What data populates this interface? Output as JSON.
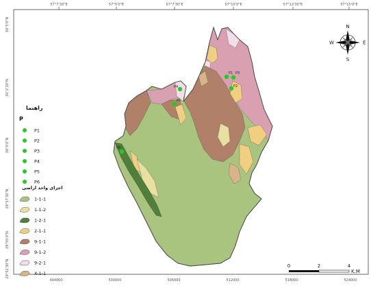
{
  "graticule": {
    "top_longitudes": [
      "57°7'30\"E",
      "57°5'0\"E",
      "57°7'30\"E",
      "57°10'0\"E",
      "57°12'30\"E",
      "57°15'0\"E"
    ],
    "left_latitudes": [
      "30°5'0\"N",
      "30°2'30\"N",
      "30°0'0\"N",
      "29°57'30\"N",
      "29°55'0\"N",
      "29°52'30\"N"
    ],
    "bottom_eastings": [
      "494000",
      "500000",
      "506000",
      "512000",
      "518000",
      "524000"
    ]
  },
  "north_arrow": {
    "n": "N",
    "s": "S",
    "e": "E",
    "w": "W"
  },
  "legend": {
    "title": "راهنما",
    "points_heading": "P",
    "points": [
      {
        "label": "P1",
        "color": "#22cc22"
      },
      {
        "label": "P2",
        "color": "#22cc22"
      },
      {
        "label": "P3",
        "color": "#22cc22"
      },
      {
        "label": "P4",
        "color": "#22cc22"
      },
      {
        "label": "P5",
        "color": "#22cc22"
      },
      {
        "label": "P6",
        "color": "#22cc22"
      }
    ],
    "units_heading": "اجزای واحد اراضی",
    "units": [
      {
        "label": "1-1-1",
        "color": "#a9c47f"
      },
      {
        "label": "1-1-2",
        "color": "#e8e0a0"
      },
      {
        "label": "1-2-1",
        "color": "#4f7f3a"
      },
      {
        "label": "2-1-1",
        "color": "#f0d080"
      },
      {
        "label": "9-1-1",
        "color": "#b08068"
      },
      {
        "label": "9-1-2",
        "color": "#d8a0b0"
      },
      {
        "label": "9-2-1",
        "color": "#f2dde8"
      },
      {
        "label": "X-1-1",
        "color": "#d9b48a"
      }
    ]
  },
  "map_points": [
    {
      "label": "P1"
    },
    {
      "label": "P3"
    },
    {
      "label": "P2"
    },
    {
      "label": "P4"
    },
    {
      "label": "P5"
    },
    {
      "label": "P6"
    }
  ],
  "scale_bar": {
    "labels": [
      "0",
      "2",
      "4"
    ],
    "unit": "K.M"
  }
}
